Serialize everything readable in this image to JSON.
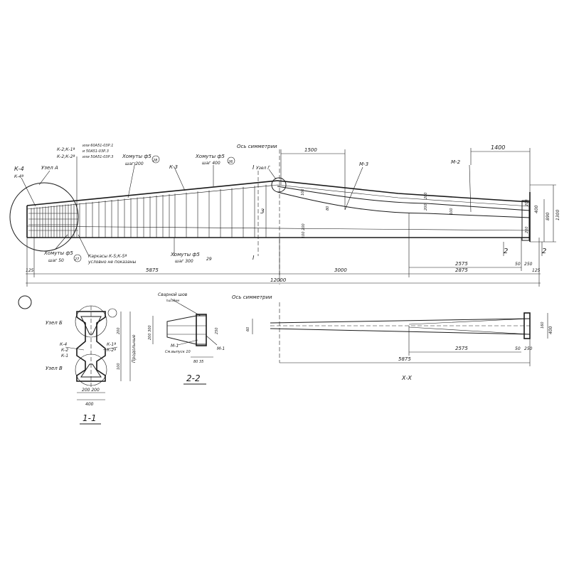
{
  "elevation": {
    "label_k4": "К-4",
    "label_k4_sub": "К-4ª",
    "label_node_a": "Узел А",
    "label_k_top": "К-2;К-1ª",
    "label_k_top_sub": "К-2;К-2ª",
    "label_k_top_note1": "или 60А51-03Р.1",
    "label_k_top_note2": "и 50А51-03Р.3",
    "label_k_top_note3": "или 50А51-03Р.3",
    "label_stirrups_top1": "Хомуты ф5",
    "label_stirrups_top1_step": "шаг 200",
    "label_stirrups_top1_mark": "28",
    "label_k3": "К-3",
    "label_stirrups_top2": "Хомуты ф5",
    "label_stirrups_top2_step": "шаг 400",
    "label_stirrups_top2_mark": "26",
    "label_symmetry_axis": "Ось симметрии",
    "label_node_g": "Узел Г",
    "label_m3": "М-3",
    "label_m2": "М-2",
    "label_stirrups_bot1": "Хомуты ф5",
    "label_stirrups_bot1_step": "шаг 50",
    "label_stirrups_bot1_mark": "27",
    "label_frames_note": "Каркасы К-5;К-5ª",
    "label_frames_note2": "условно не показаны",
    "label_stirrups_bot2": "Хомуты ф5",
    "label_stirrups_bot2_step": "шаг 300",
    "label_stirrups_bot2_mark": "29",
    "section_mark_1_top": "I",
    "section_mark_1_bot": "I",
    "section_mark_2": "2",
    "section_mark_3": "3",
    "dim_1500": "1500",
    "dim_1400": "1400",
    "dim_125_left": "125",
    "dim_5875": "5875",
    "dim_3000": "3000",
    "dim_2575": "2575",
    "dim_2875": "2875",
    "dim_50": "50",
    "dim_250": "250",
    "dim_125_right": "125",
    "dim_12000": "12000",
    "dim_1300": "1300",
    "dim_890": "890",
    "dim_400": "400",
    "dim_100": "100",
    "dim_200": "200",
    "dim_80": "80",
    "dim_100_200": "100 200"
  },
  "section_1_1": {
    "title": "1-1",
    "label_node_b_top": "Узел Б",
    "label_node_b_bot": "Узел В",
    "label_k4": "К-4",
    "label_k2": "К-2",
    "label_k1": "К-1",
    "label_k1a": "К-1ª",
    "label_k2a": "К-2ª",
    "label_side": "Продольные",
    "dim_200_200": "200 200",
    "dim_400": "400",
    "dim_200": "200",
    "dim_100": "100"
  },
  "section_2_2": {
    "title": "2-2",
    "label_weld": "Сварной шов",
    "label_weld_sub": "hш=8мм",
    "label_m1": "М-1",
    "label_m1_note": "См.выпуск 10",
    "label_m1_right": "М-1",
    "dim_200_300": "200 300",
    "dim_250": "250",
    "dim_80_35": "80 35",
    "dim_60": "60"
  },
  "plan_view": {
    "title": "Х-Х",
    "label_symmetry_axis": "Ось симметрии",
    "dim_2575": "2575",
    "dim_50": "50",
    "dim_250": "250",
    "dim_5875": "5875",
    "dim_400": "400",
    "dim_60": "60",
    "dim_160": "160"
  }
}
